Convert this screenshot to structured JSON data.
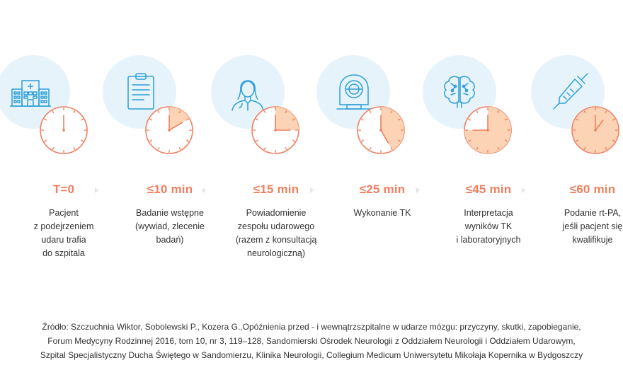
{
  "colors": {
    "accent": "#f07f5f",
    "clock_fill": "#fcd3b4",
    "clock_face": "#ffffff",
    "icon_blue": "#2d9fd8",
    "icon_background": "#e6f3fb",
    "text": "#333333"
  },
  "steps": [
    {
      "time": "T=0",
      "minutes": 0,
      "icon": "hospital-icon",
      "description": "Pacjent\nz podejrzeniem\nudaru trafia\ndo szpitala"
    },
    {
      "time": "≤10 min",
      "minutes": 10,
      "icon": "clipboard-icon",
      "description": "Badanie wstępne\n(wywiad, zlecenie\nbadań)"
    },
    {
      "time": "≤15 min",
      "minutes": 15,
      "icon": "nurse-icon",
      "description": "Powiadomienie\nzespołu udarowego\n(razem z konsultacją\nneurologiczną)"
    },
    {
      "time": "≤25 min",
      "minutes": 25,
      "icon": "ct-scanner-icon",
      "description": "Wykonanie TK"
    },
    {
      "time": "≤45 min",
      "minutes": 45,
      "icon": "brain-icon",
      "description": "Interpretacja\nwyników TK\ni laboratoryjnych"
    },
    {
      "time": "≤60 min",
      "minutes": 60,
      "icon": "syringe-icon",
      "description": "Podanie rt-PA,\njeśli pacjent się\nkwalifikuje"
    }
  ],
  "source": {
    "line1": "Źródło: Szczuchnia Wiktor, Sobolewski P., Kozera G.,Opóźnienia przed - i wewnątrzszpitalne w udarze mózgu: przyczyny, skutki, zapobieganie,",
    "line2": "Forum Medycyny Rodzinnej 2016, tom 10, nr 3, 119–128, Sandomierski Ośrodek Neurologii z Oddziałem Neurologii i Oddziałem Udarowym,",
    "line3": "Szpital Specjalistyczny Ducha Świętego w Sandomierzu, Klinika Neurologii, Collegium Medicum Uniwersytetu Mikołaja Kopernika w Bydgoszczy"
  }
}
